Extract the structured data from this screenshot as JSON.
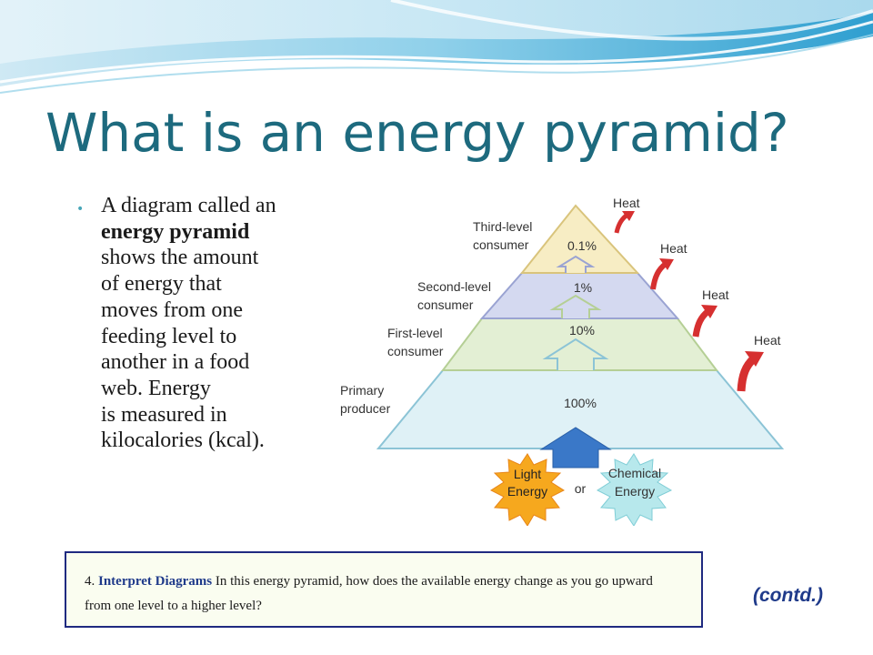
{
  "slide": {
    "title": "What is an energy pyramid?",
    "bullet": {
      "line1": "A diagram called an",
      "line2_bold": "energy pyramid",
      "line3": "shows the amount",
      "line4": "of energy that",
      "line5": "moves from one",
      "line6": "feeding level to",
      "line7": "another in a food",
      "line8": "web. Energy",
      "line9": "is measured in",
      "line10": "kilocalories (kcal)."
    },
    "question": {
      "number": "4.",
      "label": "Interpret Diagrams",
      "text": "In this energy pyramid, how does the available energy change as you go upward from one level to a higher level?"
    },
    "contd": "(contd.)"
  },
  "pyramid": {
    "levels": [
      {
        "label_line1": "Third-level",
        "label_line2": "consumer",
        "percent": "0.1%",
        "color": "#f7edc4"
      },
      {
        "label_line1": "Second-level",
        "label_line2": "consumer",
        "percent": "1%",
        "color": "#d4d9f0"
      },
      {
        "label_line1": "First-level",
        "label_line2": "consumer",
        "percent": "10%",
        "color": "#e3efd4"
      },
      {
        "label_line1": "Primary",
        "label_line2": "producer",
        "percent": "100%",
        "color": "#dff1f6"
      }
    ],
    "heat_label": "Heat",
    "sources": {
      "light_line1": "Light",
      "light_line2": "Energy",
      "or": "or",
      "chemical_line1": "Chemical",
      "chemical_line2": "Energy"
    }
  },
  "colors": {
    "title": "#1d6a7e",
    "question_border": "#1f2a80",
    "heat_arrow": "#d63030",
    "source_arrow": "#3a78c8"
  }
}
